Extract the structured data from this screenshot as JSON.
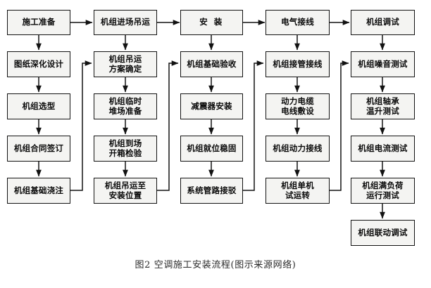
{
  "diagram": {
    "title_caption": "图2  空调施工安装流程(图示来源网络)",
    "type": "flowchart",
    "orientation": "left-to-right columns, top-to-bottom within column",
    "colors": {
      "box_fill": "#f4f4f2",
      "box_border": "#121212",
      "line": "#121212",
      "text": "#0a0a0a",
      "background": "#ffffff"
    },
    "columns": [
      {
        "id": "col-1",
        "nodes": [
          {
            "id": "n1-1",
            "label": "施工准备"
          },
          {
            "id": "n1-2",
            "label": "图纸深化设计"
          },
          {
            "id": "n1-3",
            "label": "机组选型"
          },
          {
            "id": "n1-4",
            "label": "机组合同签订"
          },
          {
            "id": "n1-5",
            "label": "机组基础浇注"
          }
        ]
      },
      {
        "id": "col-2",
        "nodes": [
          {
            "id": "n2-1",
            "label": "机组进场吊运"
          },
          {
            "id": "n2-2",
            "label": "机组吊运\n方案确定"
          },
          {
            "id": "n2-3",
            "label": "机组临时\n堆场准备"
          },
          {
            "id": "n2-4",
            "label": "机组到场\n开箱检验"
          },
          {
            "id": "n2-5",
            "label": "机组吊运至\n安装位置"
          }
        ]
      },
      {
        "id": "col-3",
        "nodes": [
          {
            "id": "n3-1",
            "label": "安  装"
          },
          {
            "id": "n3-2",
            "label": "机组基础验收"
          },
          {
            "id": "n3-3",
            "label": "减震器安装"
          },
          {
            "id": "n3-4",
            "label": "机组就位稳固"
          },
          {
            "id": "n3-5",
            "label": "系统管路接驳"
          }
        ]
      },
      {
        "id": "col-4",
        "nodes": [
          {
            "id": "n4-1",
            "label": "电气接线"
          },
          {
            "id": "n4-2",
            "label": "机组接管接线"
          },
          {
            "id": "n4-3",
            "label": "动力电缆\n电线敷设"
          },
          {
            "id": "n4-4",
            "label": "机组动力接线"
          },
          {
            "id": "n4-5",
            "label": "机组单机\n试运转"
          }
        ]
      },
      {
        "id": "col-5",
        "nodes": [
          {
            "id": "n5-1",
            "label": "机组调试"
          },
          {
            "id": "n5-2",
            "label": "机组噪音测试"
          },
          {
            "id": "n5-3",
            "label": "机组轴承\n温升测试"
          },
          {
            "id": "n5-4",
            "label": "机组电流测试"
          },
          {
            "id": "n5-5",
            "label": "机组满负荷\n运行测试"
          },
          {
            "id": "n5-6",
            "label": "机组联动调试"
          }
        ]
      }
    ],
    "edges": [
      {
        "from": "n1-1",
        "to": "n2-1",
        "kind": "horizontal-arrow"
      },
      {
        "from": "n2-1",
        "to": "n3-1",
        "kind": "horizontal-arrow"
      },
      {
        "from": "n3-1",
        "to": "n4-1",
        "kind": "horizontal-arrow"
      },
      {
        "from": "n4-1",
        "to": "n5-1",
        "kind": "horizontal-arrow"
      },
      {
        "from": "n1-1",
        "to": "n1-2",
        "kind": "vertical-arrow"
      },
      {
        "from": "n1-2",
        "to": "n1-3",
        "kind": "vertical-arrow"
      },
      {
        "from": "n1-3",
        "to": "n1-4",
        "kind": "vertical-arrow"
      },
      {
        "from": "n1-4",
        "to": "n1-5",
        "kind": "vertical-arrow"
      },
      {
        "from": "n2-1",
        "to": "n2-2",
        "kind": "vertical-arrow"
      },
      {
        "from": "n2-2",
        "to": "n2-3",
        "kind": "vertical-arrow"
      },
      {
        "from": "n2-3",
        "to": "n2-4",
        "kind": "vertical-arrow"
      },
      {
        "from": "n2-4",
        "to": "n2-5",
        "kind": "vertical-arrow"
      },
      {
        "from": "n3-1",
        "to": "n3-2",
        "kind": "vertical-arrow"
      },
      {
        "from": "n3-2",
        "to": "n3-3",
        "kind": "vertical-arrow"
      },
      {
        "from": "n3-3",
        "to": "n3-4",
        "kind": "vertical-arrow"
      },
      {
        "from": "n3-4",
        "to": "n3-5",
        "kind": "vertical-arrow"
      },
      {
        "from": "n4-1",
        "to": "n4-2",
        "kind": "vertical-arrow"
      },
      {
        "from": "n4-2",
        "to": "n4-3",
        "kind": "vertical-arrow"
      },
      {
        "from": "n4-3",
        "to": "n4-4",
        "kind": "vertical-arrow"
      },
      {
        "from": "n4-4",
        "to": "n4-5",
        "kind": "vertical-arrow"
      },
      {
        "from": "n5-1",
        "to": "n5-2",
        "kind": "vertical-arrow"
      },
      {
        "from": "n5-2",
        "to": "n5-3",
        "kind": "vertical-arrow"
      },
      {
        "from": "n5-3",
        "to": "n5-4",
        "kind": "vertical-arrow"
      },
      {
        "from": "n5-4",
        "to": "n5-5",
        "kind": "vertical-arrow"
      },
      {
        "from": "n5-5",
        "to": "n5-6",
        "kind": "vertical-arrow"
      },
      {
        "from": "n1-5",
        "to": "n2-2",
        "kind": "elbow-feedback-arrow"
      },
      {
        "from": "n2-5",
        "to": "n3-2",
        "kind": "elbow-feedback-arrow"
      },
      {
        "from": "n3-5",
        "to": "n4-2",
        "kind": "elbow-feedback-arrow"
      },
      {
        "from": "n4-5",
        "to": "n5-2",
        "kind": "elbow-feedback-arrow"
      }
    ]
  }
}
